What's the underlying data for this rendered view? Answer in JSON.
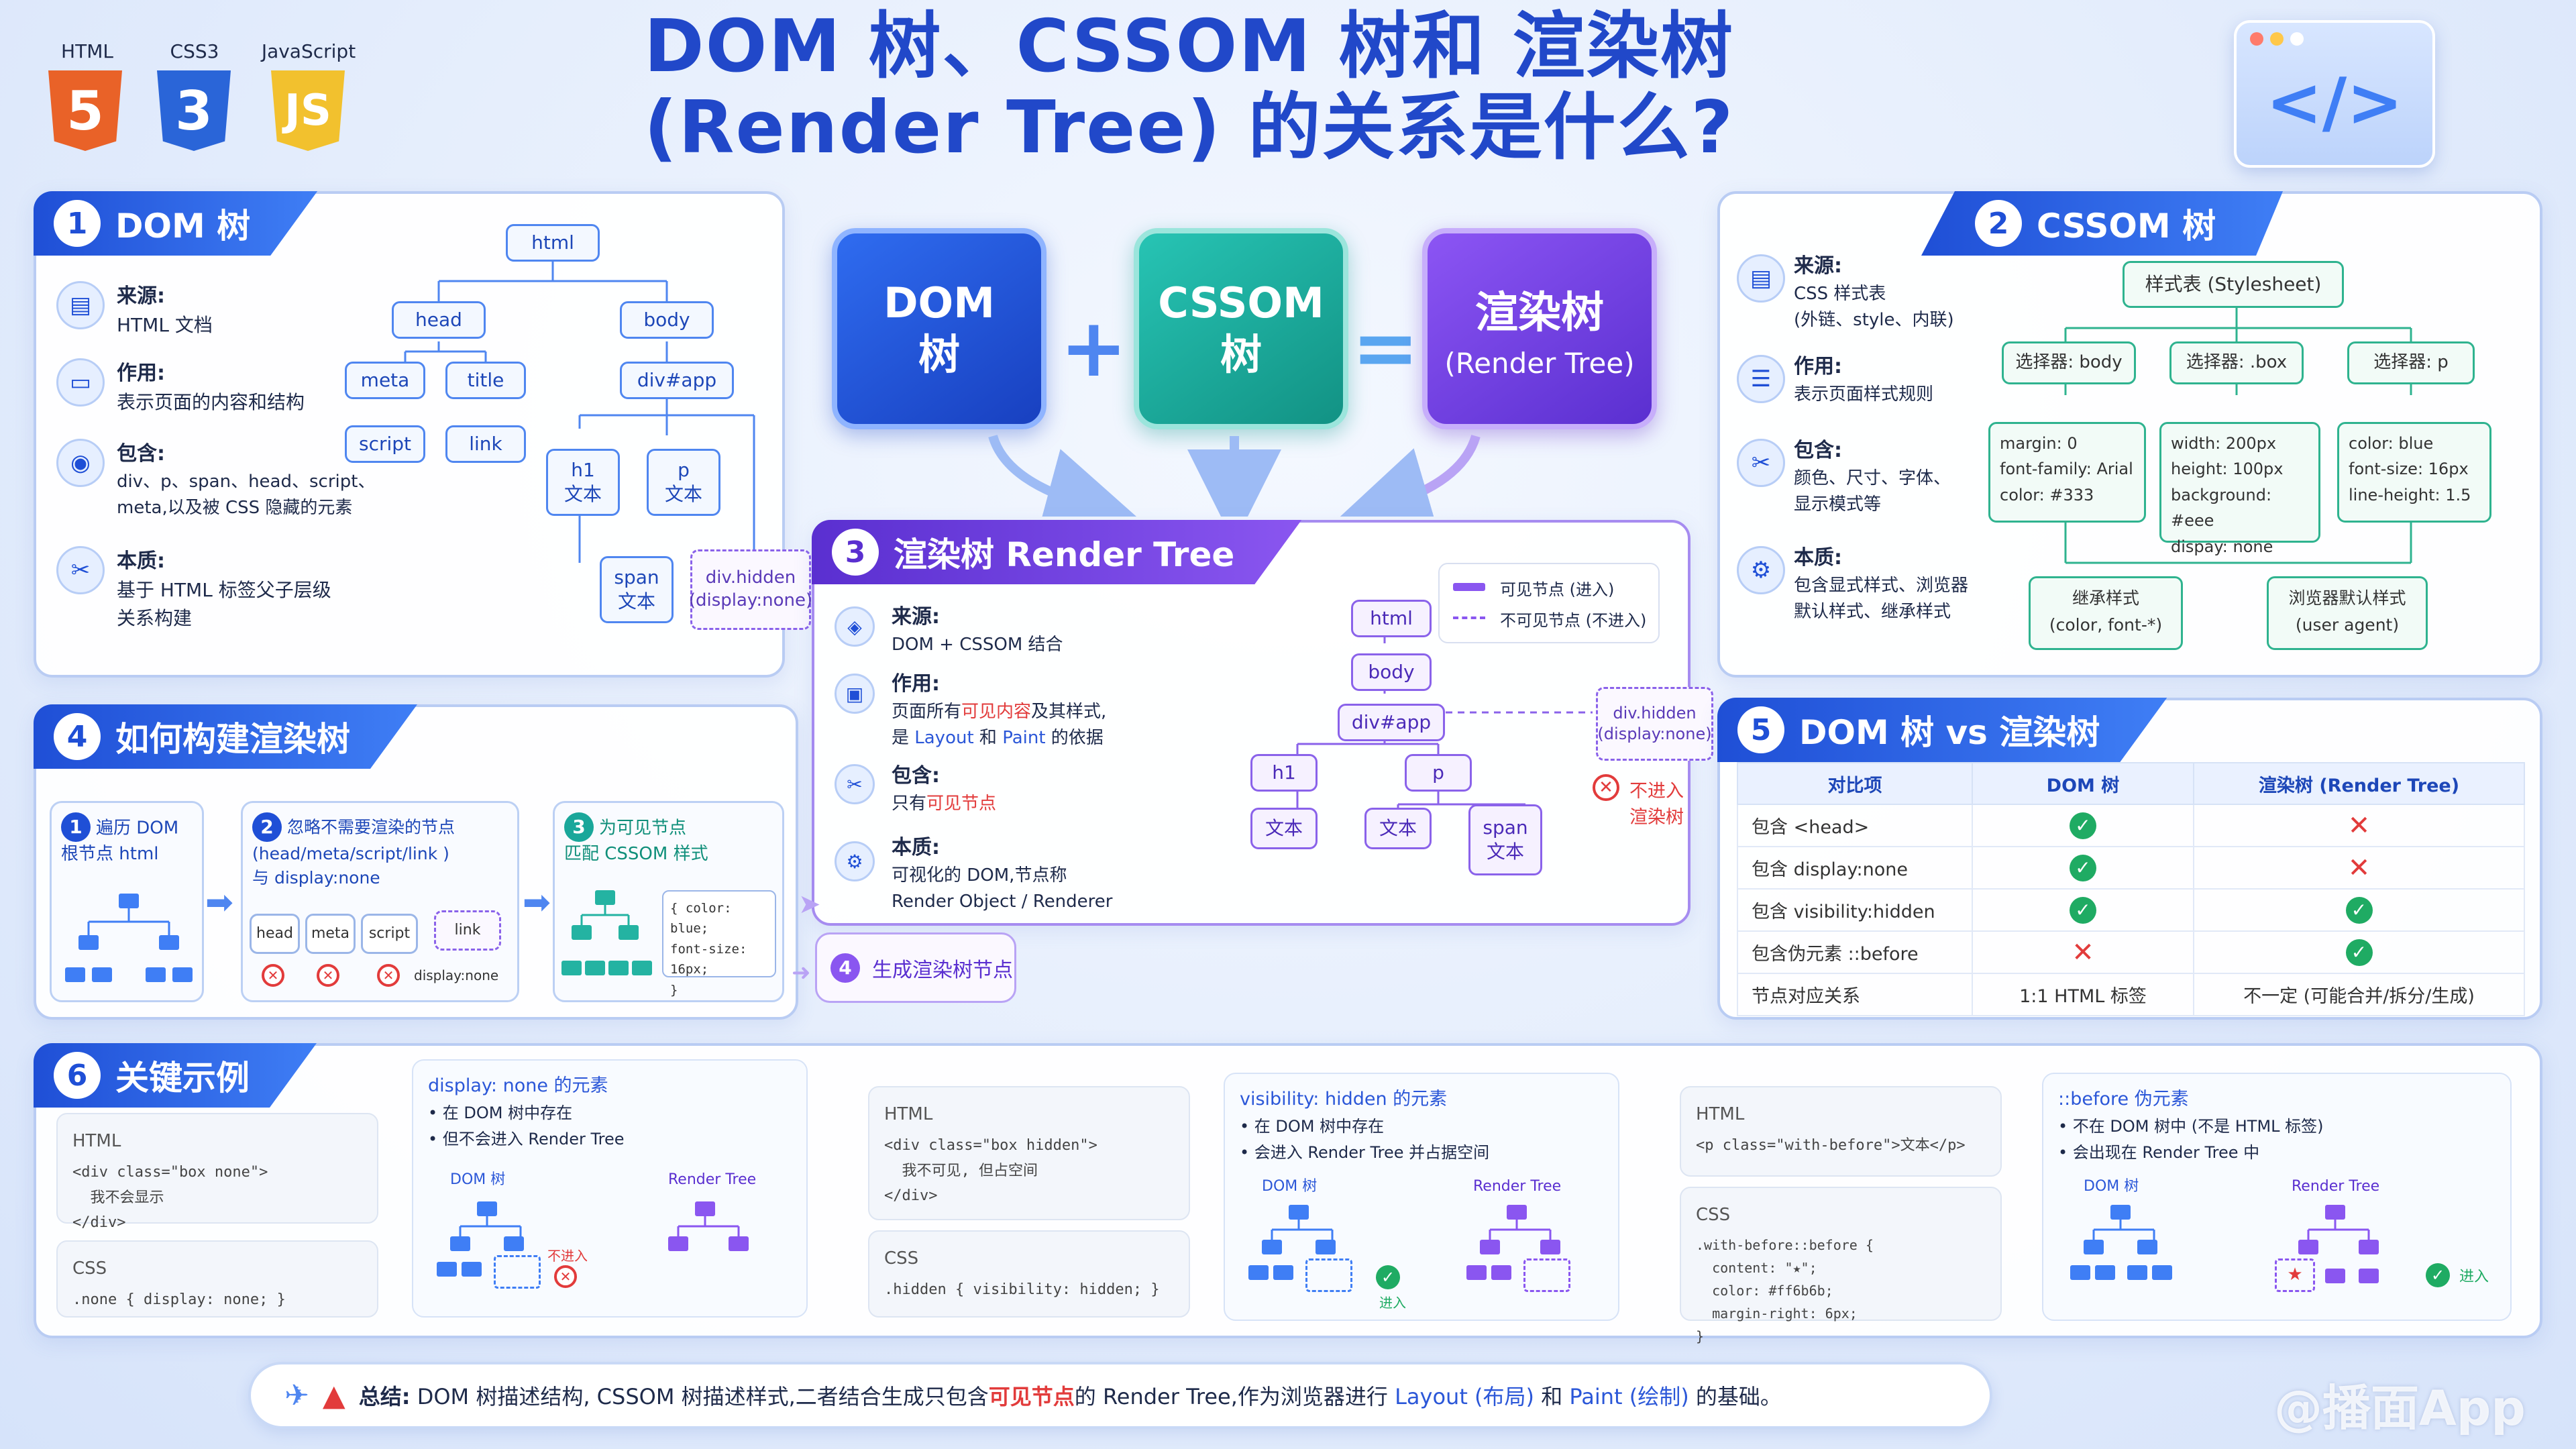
{
  "badges": [
    {
      "label": "HTML",
      "glyph": "5",
      "color": "#e96228"
    },
    {
      "label": "CSS3",
      "glyph": "3",
      "color": "#2a65d8"
    },
    {
      "label": "JavaScript",
      "glyph": "JS",
      "color": "#f2c12e"
    }
  ],
  "title": {
    "line1": "DOM 树、CSSOM 树和 渲染树",
    "line2": "(Render Tree) 的关系是什么?"
  },
  "code_icon": "</>",
  "equation": {
    "dom": "DOM\n树",
    "cssom": "CSSOM\n树",
    "render": "渲染树",
    "render_sub": "(Render Tree)",
    "plus": "+",
    "equals": "="
  },
  "dom_panel": {
    "num": "1",
    "title": "DOM 树",
    "items": [
      {
        "icon": "document-icon",
        "head": "来源:",
        "body": "HTML 文档"
      },
      {
        "icon": "monitor-icon",
        "head": "作用:",
        "body": "表示页面的内容和结构"
      },
      {
        "icon": "eye-icon",
        "head": "包含:",
        "body": "div、p、span、head、script、\nmeta,以及被 CSS 隐藏的元素"
      },
      {
        "icon": "tools-icon",
        "head": "本质:",
        "body": "基于 HTML 标签父子层级\n关系构建"
      }
    ],
    "tree": {
      "html": "html",
      "head": "head",
      "body": "body",
      "meta": "meta",
      "title": "title",
      "script": "script",
      "link": "link",
      "divapp": "div#app",
      "h1": "h1\n文本",
      "p": "p\n文本",
      "span": "span\n文本",
      "hidden": "div.hidden\n(display:none)"
    }
  },
  "cssom_panel": {
    "num": "2",
    "title": "CSSOM 树",
    "items": [
      {
        "icon": "document-icon",
        "head": "来源:",
        "body": "CSS 样式表\n(外链、style、内联)"
      },
      {
        "icon": "list-icon",
        "head": "作用:",
        "body": "表示页面样式规则"
      },
      {
        "icon": "tools-icon",
        "head": "包含:",
        "body": "颜色、尺寸、字体、\n显示模式等"
      },
      {
        "icon": "gear-icon",
        "head": "本质:",
        "body": "包含显式样式、浏览器\n默认样式、继承样式"
      }
    ],
    "tree": {
      "root": "样式表 (Stylesheet)",
      "sel_body": "选择器: body",
      "sel_box": "选择器: .box",
      "sel_p": "选择器: p",
      "body_rules": "margin: 0\nfont-family: Arial\ncolor: #333",
      "box_rules": "width: 200px\nheight: 100px\nbackground: #eee\ndispay: none",
      "p_rules": "color: blue\nfont-size: 16px\nline-height: 1.5",
      "inherit": "继承样式\n(color, font-*)",
      "ua": "浏览器默认样式\n(user agent)"
    }
  },
  "render_panel": {
    "num": "3",
    "title": "渲染树 Render Tree",
    "items": [
      {
        "icon": "layers-icon",
        "head": "来源:",
        "body": "DOM + CSSOM 结合"
      },
      {
        "icon": "clipboard-icon",
        "head": "作用:",
        "body_pre": "页面所有",
        "body_hl": "可见内容",
        "body_post": "及其样式,",
        "body2_pre": "是 ",
        "layout": "Layout",
        "body2_mid": " 和 ",
        "paint": "Paint",
        "body2_post": " 的依据"
      },
      {
        "icon": "tools-icon",
        "head": "包含:",
        "body_pre": "只有",
        "body_hl": "可见节点"
      },
      {
        "icon": "gear-icon",
        "head": "本质:",
        "body": "可视化的 DOM,节点称\nRender Object / Renderer"
      }
    ],
    "legend": {
      "visible": "可见节点 (进入)",
      "invisible": "不可见节点 (不进入)"
    },
    "tree": {
      "html": "html",
      "body": "body",
      "divapp": "div#app",
      "h1": "h1",
      "p": "p",
      "t1": "文本",
      "t2": "文本",
      "span": "span\n文本",
      "hidden": "div.hidden\n(display:none)",
      "excluded": "不进入渲染树"
    }
  },
  "build_panel": {
    "num": "4",
    "title": "如何构建渲染树",
    "steps": [
      {
        "n": "1",
        "text": "遍历 DOM\n根节点 html"
      },
      {
        "n": "2",
        "text": "忽略不需要渲染的节点\n(head/meta/script/link )\n与 display:none"
      },
      {
        "n": "3",
        "text": "为可见节点\n匹配 CSSOM 样式"
      }
    ],
    "ignored": [
      "head",
      "meta",
      "script",
      "link"
    ],
    "ignored_note": "display:none",
    "style_snip": "{ color: blue;\n font-size: 16px;\n}",
    "step4": {
      "n": "4",
      "text": "生成渲染树节点"
    }
  },
  "compare_panel": {
    "num": "5",
    "title": "DOM 树 vs 渲染树",
    "headers": [
      "对比项",
      "DOM 树",
      "渲染树 (Render Tree)"
    ],
    "rows": [
      {
        "item": "包含 <head>",
        "dom": "yes",
        "render": "no"
      },
      {
        "item": "包含 display:none",
        "dom": "yes",
        "render": "no"
      },
      {
        "item": "包含 visibility:hidden",
        "dom": "yes",
        "render": "yes"
      },
      {
        "item": "包含伪元素 ::before",
        "dom": "no",
        "render": "yes"
      },
      {
        "item": "节点对应关系",
        "dom_text": "1:1 HTML 标签",
        "render_text": "不一定 (可能合并/拆分/生成)"
      }
    ]
  },
  "examples_panel": {
    "num": "6",
    "title": "关键示例",
    "ex1": {
      "html_label": "HTML",
      "html_code": "<div class=\"box none\">\n  我不会显示\n</div>",
      "css_label": "CSS",
      "css_code": ".none { display: none; }",
      "head": "display: none 的元素",
      "b1": "在 DOM 树中存在",
      "b2": "但不会进入 Render Tree",
      "dom": "DOM 树",
      "render": "Render Tree",
      "note": "不进入"
    },
    "ex2": {
      "html_label": "HTML",
      "html_code": "<div class=\"box hidden\">\n  我不可见, 但占空间\n</div>",
      "css_label": "CSS",
      "css_code": ".hidden { visibility: hidden; }",
      "head": "visibility: hidden 的元素",
      "b1": "在 DOM 树中存在",
      "b2": "会进入 Render Tree 并占据空间",
      "dom": "DOM 树",
      "render": "Render Tree",
      "note": "进入"
    },
    "ex3": {
      "html_label": "HTML",
      "html_code": "<p class=\"with-before\">文本</p>",
      "css_label": "CSS",
      "css_code": ".with-before::before {\n  content: \"★\";\n  color: #ff6b6b;\n  margin-right: 6px;\n}",
      "head": "::before 伪元素",
      "b1": "不在 DOM 树中 (不是 HTML 标签)",
      "b2": "会出现在 Render Tree 中",
      "dom": "DOM 树",
      "render": "Render Tree",
      "note": "进入"
    }
  },
  "summary": {
    "label": "总结:",
    "pre": "DOM 树描述结构, CSSOM 树描述样式,二者结合生成只包含",
    "hl": "可见节点",
    "mid": "的 Render Tree,作为浏览器进行 ",
    "layout": "Layout (布局)",
    "and": " 和 ",
    "paint": "Paint (绘制)",
    "post": " 的基础。"
  },
  "watermark": "@播面App",
  "colors": {
    "blue": "#1f4fd6",
    "purple": "#5a2fd0",
    "teal": "#1aa79a",
    "green": "#1fab63",
    "red": "#e23b3b"
  }
}
